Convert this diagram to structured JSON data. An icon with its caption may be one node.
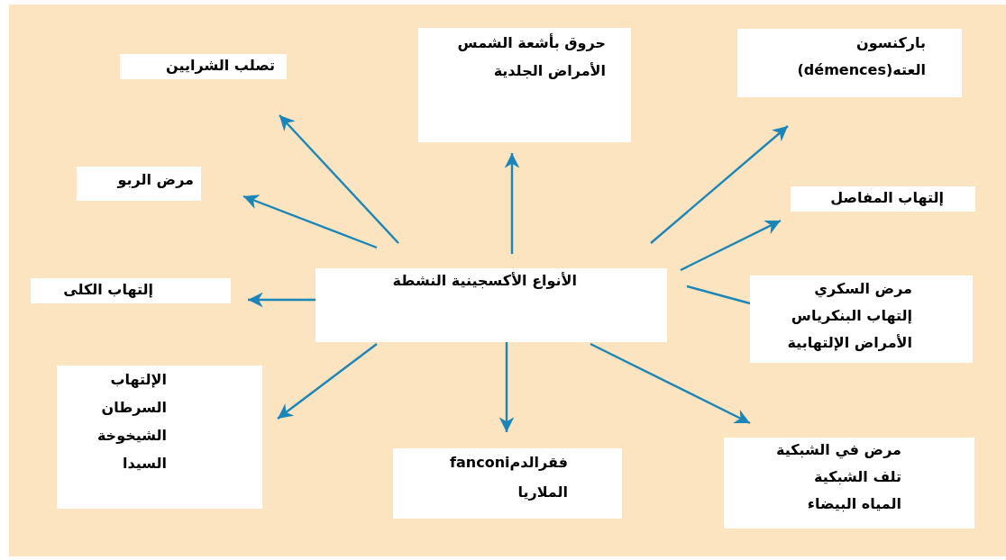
{
  "diagram": {
    "nodes": [
      {
        "text": [
          "الأنواع الأكسجينية النشطة"
        ]
      },
      {
        "text": [
          "تصلب الشرايين"
        ]
      },
      {
        "text": [
          "مرض الربو"
        ]
      },
      {
        "text": [
          "إلتهاب الكلى"
        ]
      },
      {
        "text": [
          "الإلتهاب",
          "السرطان",
          "الشيخوخة",
          "السيدا"
        ]
      },
      {
        "text": [
          "فقرالدمfanconi",
          "الملاريا"
        ]
      },
      {
        "text": [
          "مرض في الشبكية",
          "تلف الشبكية",
          "المياه البيضاء"
        ]
      },
      {
        "text": [
          "مرض السكري",
          "إلتهاب البنكرياس",
          "الأمراض الإلتهابية"
        ]
      },
      {
        "text": [
          "إلتهاب المفاصل"
        ]
      },
      {
        "text": [
          "باركنسون",
          "العته(démences)"
        ]
      },
      {
        "text": [
          "حروق بأشعة الشمس",
          "الأمراض الجلدية"
        ]
      }
    ],
    "edges": [
      {
        "from": 0,
        "to": 1,
        "arrow": "to"
      },
      {
        "from": 0,
        "to": 2,
        "arrow": "to"
      },
      {
        "from": 0,
        "to": 3,
        "arrow": "to"
      },
      {
        "from": 0,
        "to": 4,
        "arrow": "to"
      },
      {
        "from": 0,
        "to": 5,
        "arrow": "to"
      },
      {
        "from": 0,
        "to": 6,
        "arrow": "to"
      },
      {
        "from": 0,
        "to": 7,
        "arrow": "none"
      },
      {
        "from": 0,
        "to": 8,
        "arrow": "to"
      },
      {
        "from": 0,
        "to": 9,
        "arrow": "to"
      },
      {
        "from": 0,
        "to": 10,
        "arrow": "to"
      }
    ]
  }
}
